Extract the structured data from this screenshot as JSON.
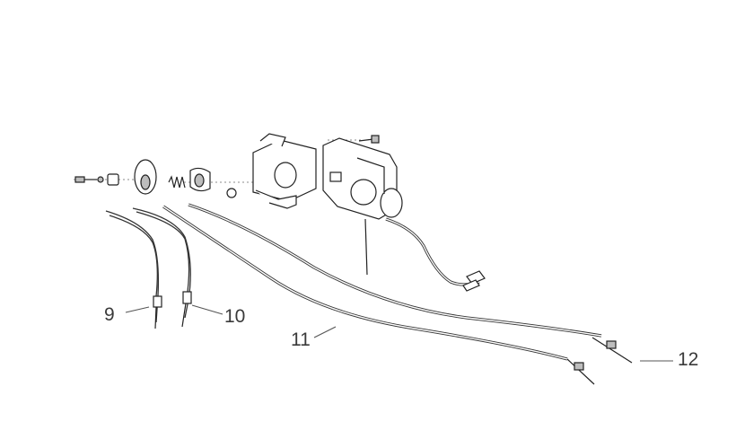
{
  "diagram": {
    "callouts": [
      {
        "id": "9",
        "label": "9"
      },
      {
        "id": "10",
        "label": "10"
      },
      {
        "id": "11",
        "label": "11"
      },
      {
        "id": "12",
        "label": "12"
      }
    ]
  },
  "colors": {
    "background": "#ffffff",
    "line": "#222222",
    "label": "#3a3a3a"
  }
}
